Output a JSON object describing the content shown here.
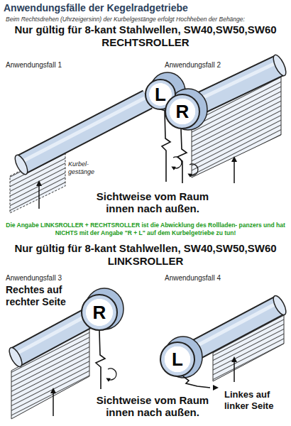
{
  "diagram": {
    "title": "Anwendungsfälle der Kegelradgetriebe",
    "nodes": [
      {
        "text": [
          "L"
        ]
      },
      {
        "text": [
          "R"
        ]
      },
      {
        "text": [
          "R"
        ]
      },
      {
        "text": [
          "L"
        ]
      }
    ],
    "labels": [
      "Beim Rechtsdrehen (Uhrzeigersinn) der Kurbelgestänge erfolgt Hochheben der Behänge:",
      "Nur gültig für 8-kant Stahlwellen, SW40,SW50,SW60",
      "RECHTSROLLER",
      "Anwendungsfall 1",
      "Anwendungsfall 2",
      "Kurbel- gestänge",
      "Sichtweise vom Raum innen nach außen.",
      "Die Angabe LINKSROLLER + RECHTSROLLER ist die Abwicklung des Rollladen- panzers und hat NICHTS mit der Angabe \"R + L\" auf dem Kurbelgetriebe zu tun!",
      "Nur gültig für 8-kant Stahlwellen, SW40,SW50,SW60",
      "LINKSROLLER",
      "Anwendungsfall 3",
      "Rechtes auf rechter Seite",
      "Anwendungsfall 4",
      "Sichtweise vom Raum innen nach außen.",
      "Linkes auf linker Seite"
    ]
  }
}
